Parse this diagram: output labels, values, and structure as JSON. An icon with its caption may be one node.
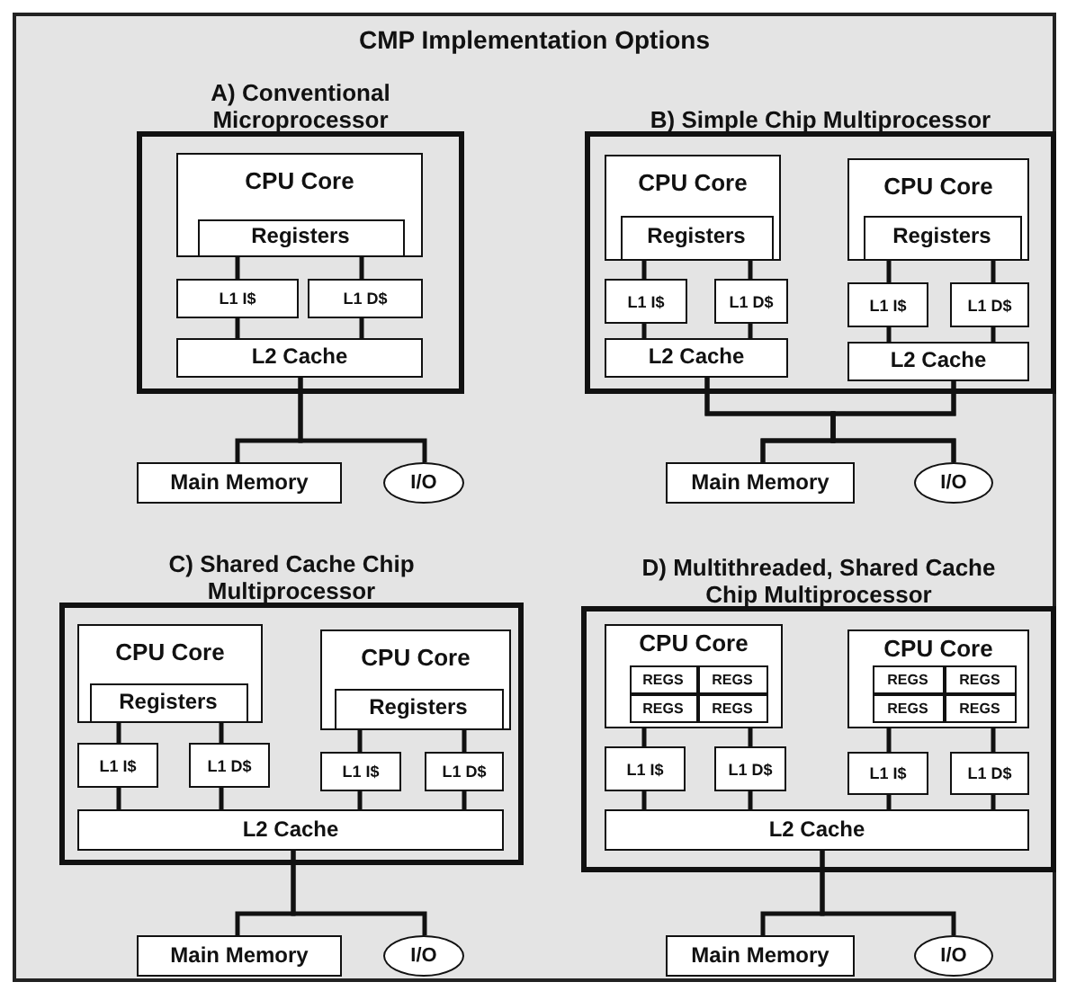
{
  "diagram": {
    "title": "CMP Implementation Options",
    "nodes": [
      {
        "text": [
          "A) Conventional Microprocessor"
        ]
      },
      {
        "text": [
          "CPU Core"
        ],
        "in": 0
      },
      {
        "text": [
          "Registers"
        ],
        "in": 1
      },
      {
        "text": [
          "L1 I$"
        ],
        "in": 0
      },
      {
        "text": [
          "L1 D$"
        ],
        "in": 0
      },
      {
        "text": [
          "L2 Cache"
        ],
        "in": 0
      },
      {
        "text": [
          "Main Memory"
        ]
      },
      {
        "text": [
          "I/O"
        ]
      },
      {
        "text": [
          "B) Simple Chip Multiprocessor"
        ]
      },
      {
        "text": [
          "CPU Core"
        ],
        "in": 8
      },
      {
        "text": [
          "Registers"
        ],
        "in": 9
      },
      {
        "text": [
          "L1 I$"
        ],
        "in": 8
      },
      {
        "text": [
          "L1 D$"
        ],
        "in": 8
      },
      {
        "text": [
          "L2 Cache"
        ],
        "in": 8
      },
      {
        "text": [
          "CPU Core"
        ],
        "in": 8
      },
      {
        "text": [
          "Registers"
        ],
        "in": 14
      },
      {
        "text": [
          "L1 I$"
        ],
        "in": 8
      },
      {
        "text": [
          "L1 D$"
        ],
        "in": 8
      },
      {
        "text": [
          "L2 Cache"
        ],
        "in": 8
      },
      {
        "text": [
          "Main Memory"
        ]
      },
      {
        "text": [
          "I/O"
        ]
      },
      {
        "text": [
          "C) Shared Cache Chip Multiprocessor"
        ]
      },
      {
        "text": [
          "CPU Core"
        ],
        "in": 21
      },
      {
        "text": [
          "Registers"
        ],
        "in": 22
      },
      {
        "text": [
          "L1 I$"
        ],
        "in": 21
      },
      {
        "text": [
          "L1 D$"
        ],
        "in": 21
      },
      {
        "text": [
          "CPU Core"
        ],
        "in": 21
      },
      {
        "text": [
          "Registers"
        ],
        "in": 26
      },
      {
        "text": [
          "L1 I$"
        ],
        "in": 21
      },
      {
        "text": [
          "L1 D$"
        ],
        "in": 21
      },
      {
        "text": [
          "L2 Cache"
        ],
        "in": 21
      },
      {
        "text": [
          "Main Memory"
        ]
      },
      {
        "text": [
          "I/O"
        ]
      },
      {
        "text": [
          "D) Multithreaded, Shared Cache Chip Multiprocessor"
        ]
      },
      {
        "text": [
          "CPU Core"
        ],
        "in": 33
      },
      {
        "text": [
          "REGS"
        ],
        "in": 34
      },
      {
        "text": [
          "REGS"
        ],
        "in": 34
      },
      {
        "text": [
          "REGS"
        ],
        "in": 34
      },
      {
        "text": [
          "REGS"
        ],
        "in": 34
      },
      {
        "text": [
          "L1 I$"
        ],
        "in": 33
      },
      {
        "text": [
          "L1 D$"
        ],
        "in": 33
      },
      {
        "text": [
          "CPU Core"
        ],
        "in": 33
      },
      {
        "text": [
          "REGS"
        ],
        "in": 41
      },
      {
        "text": [
          "REGS"
        ],
        "in": 41
      },
      {
        "text": [
          "REGS"
        ],
        "in": 41
      },
      {
        "text": [
          "REGS"
        ],
        "in": 41
      },
      {
        "text": [
          "L1 I$"
        ],
        "in": 33
      },
      {
        "text": [
          "L1 D$"
        ],
        "in": 33
      },
      {
        "text": [
          "L2 Cache"
        ],
        "in": 33
      },
      {
        "text": [
          "Main Memory"
        ]
      },
      {
        "text": [
          "I/O"
        ]
      }
    ],
    "edges": [
      {
        "from": 2,
        "to": 3,
        "arrow": "none"
      },
      {
        "from": 2,
        "to": 4,
        "arrow": "none"
      },
      {
        "from": 3,
        "to": 5,
        "arrow": "none"
      },
      {
        "from": 4,
        "to": 5,
        "arrow": "none"
      },
      {
        "from": 5,
        "to": 6,
        "arrow": "none"
      },
      {
        "from": 5,
        "to": 7,
        "arrow": "none"
      },
      {
        "from": 10,
        "to": 11,
        "arrow": "none"
      },
      {
        "from": 10,
        "to": 12,
        "arrow": "none"
      },
      {
        "from": 11,
        "to": 13,
        "arrow": "none"
      },
      {
        "from": 12,
        "to": 13,
        "arrow": "none"
      },
      {
        "from": 15,
        "to": 16,
        "arrow": "none"
      },
      {
        "from": 15,
        "to": 17,
        "arrow": "none"
      },
      {
        "from": 16,
        "to": 18,
        "arrow": "none"
      },
      {
        "from": 17,
        "to": 18,
        "arrow": "none"
      },
      {
        "from": 13,
        "to": 19,
        "arrow": "none"
      },
      {
        "from": 13,
        "to": 20,
        "arrow": "none"
      },
      {
        "from": 18,
        "to": 19,
        "arrow": "none"
      },
      {
        "from": 18,
        "to": 20,
        "arrow": "none"
      },
      {
        "from": 23,
        "to": 24,
        "arrow": "none"
      },
      {
        "from": 23,
        "to": 25,
        "arrow": "none"
      },
      {
        "from": 27,
        "to": 28,
        "arrow": "none"
      },
      {
        "from": 27,
        "to": 29,
        "arrow": "none"
      },
      {
        "from": 24,
        "to": 30,
        "arrow": "none"
      },
      {
        "from": 25,
        "to": 30,
        "arrow": "none"
      },
      {
        "from": 28,
        "to": 30,
        "arrow": "none"
      },
      {
        "from": 29,
        "to": 30,
        "arrow": "none"
      },
      {
        "from": 30,
        "to": 31,
        "arrow": "none"
      },
      {
        "from": 30,
        "to": 32,
        "arrow": "none"
      },
      {
        "from": 34,
        "to": 39,
        "arrow": "none"
      },
      {
        "from": 34,
        "to": 40,
        "arrow": "none"
      },
      {
        "from": 41,
        "to": 46,
        "arrow": "none"
      },
      {
        "from": 41,
        "to": 47,
        "arrow": "none"
      },
      {
        "from": 39,
        "to": 48,
        "arrow": "none"
      },
      {
        "from": 40,
        "to": 48,
        "arrow": "none"
      },
      {
        "from": 46,
        "to": 48,
        "arrow": "none"
      },
      {
        "from": 47,
        "to": 48,
        "arrow": "none"
      },
      {
        "from": 48,
        "to": 49,
        "arrow": "none"
      },
      {
        "from": 48,
        "to": 50,
        "arrow": "none"
      }
    ]
  }
}
